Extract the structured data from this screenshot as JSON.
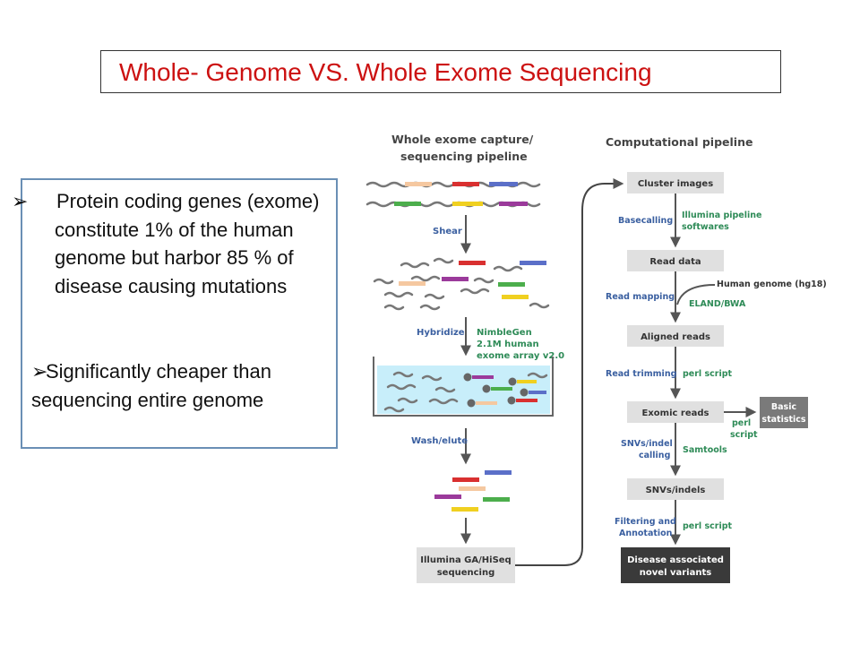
{
  "title": "Whole- Genome VS. Whole Exome Sequencing",
  "bullets": [
    "Protein coding genes (exome) constitute 1% of the human genome but harbor 85 % of disease causing mutations",
    "Significantly cheaper than sequencing entire genome"
  ],
  "bullet_marker": "➢",
  "left_panel": {
    "heading_line1": "Whole exome capture/",
    "heading_line2": "sequencing pipeline",
    "step_shear": "Shear",
    "step_hybridize": "Hybridize",
    "array_line1": "NimbleGen",
    "array_line2": "2.1M human",
    "array_line3": "exome array v2.0",
    "step_wash": "Wash/elute",
    "seq_line1": "Illumina GA/HiSeq",
    "seq_line2": "sequencing"
  },
  "right_panel": {
    "heading": "Computational pipeline",
    "box_cluster": "Cluster images",
    "label_basecalling": "Basecalling",
    "tool_illumina1": "Illumina pipeline",
    "tool_illumina2": "softwares",
    "box_read": "Read data",
    "label_readmapping": "Read mapping",
    "human_genome": "Human genome (hg18)",
    "tool_eland": "ELAND/BWA",
    "box_aligned": "Aligned reads",
    "label_trimming": "Read trimming",
    "tool_perl1": "perl script",
    "box_exomic": "Exomic reads",
    "perl_side1": "perl",
    "perl_side2": "script",
    "box_basic1": "Basic",
    "box_basic2": "statistics",
    "label_snv1": "SNVs/indel",
    "label_snv2": "calling",
    "tool_samtools": "Samtools",
    "box_snvs": "SNVs/indels",
    "label_filter1": "Filtering and",
    "label_filter2": "Annotation",
    "tool_perl2": "perl script",
    "box_disease1": "Disease associated",
    "box_disease2": "novel variants"
  },
  "colors": {
    "title": "#cc1111",
    "teal_label": "#2e8b57",
    "blue_label": "#3a5fa0",
    "box_fill": "#e0e0e0",
    "dark_box": "#3a3a3a",
    "basic_box": "#7a7a7a",
    "red": "#d93030",
    "blue": "#5b6fc8",
    "green": "#4cae4c",
    "yellow": "#f0d020",
    "peach": "#f5c8a0",
    "purple": "#9b3a9b",
    "water": "#c8eefa"
  }
}
